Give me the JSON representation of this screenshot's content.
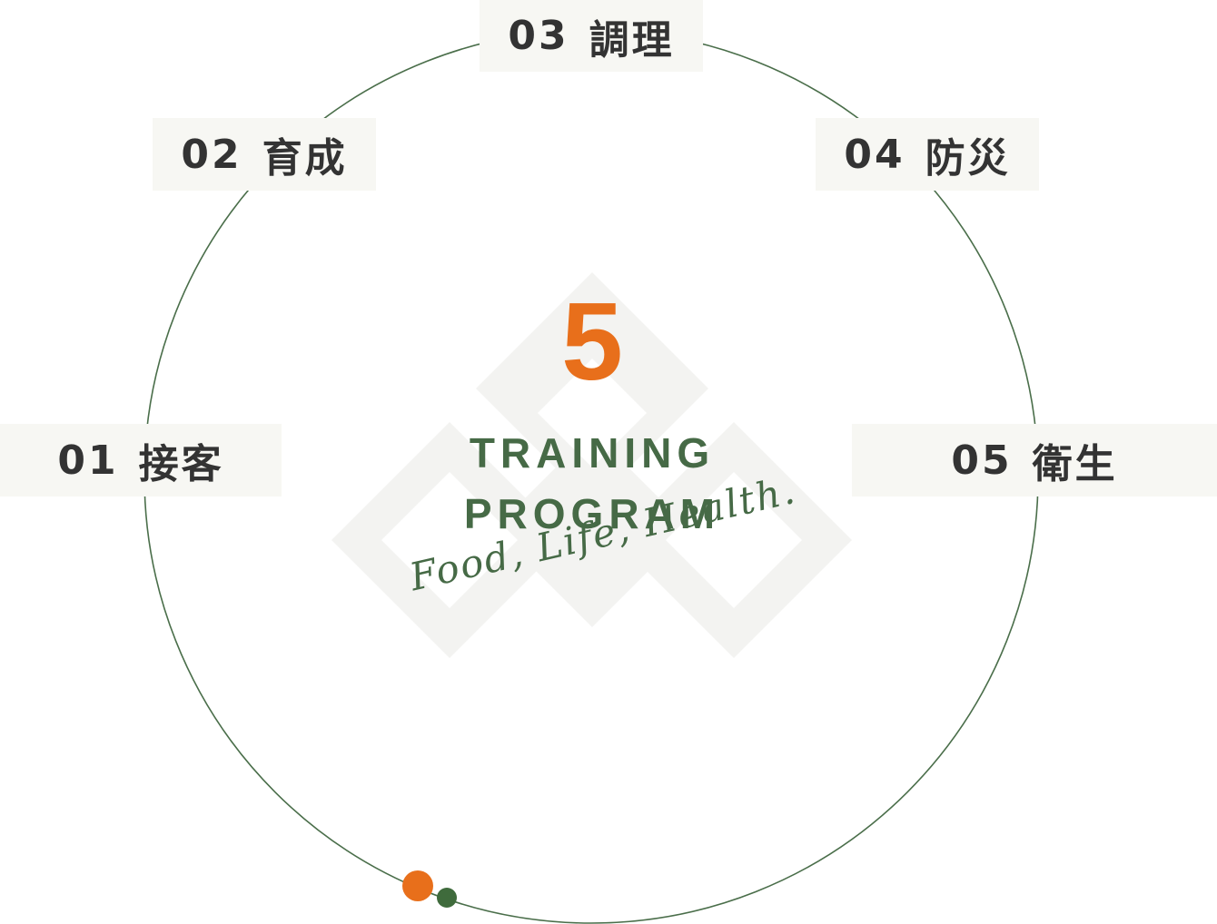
{
  "program": {
    "count": "5",
    "title_line1": "TRAINING",
    "title_line2": "PROGRAM",
    "tagline": "Food, Life, Health."
  },
  "items": [
    {
      "number": "01",
      "label": "接客"
    },
    {
      "number": "02",
      "label": "育成"
    },
    {
      "number": "03",
      "label": "調理"
    },
    {
      "number": "04",
      "label": "防災"
    },
    {
      "number": "05",
      "label": "衛生"
    }
  ],
  "colors": {
    "accent_orange": "#e86f1b",
    "accent_green": "#466a46",
    "ring": "#4a6e4a",
    "label_bg": "#f7f7f3",
    "text": "#333333",
    "watermark": "#f3f3f1"
  }
}
